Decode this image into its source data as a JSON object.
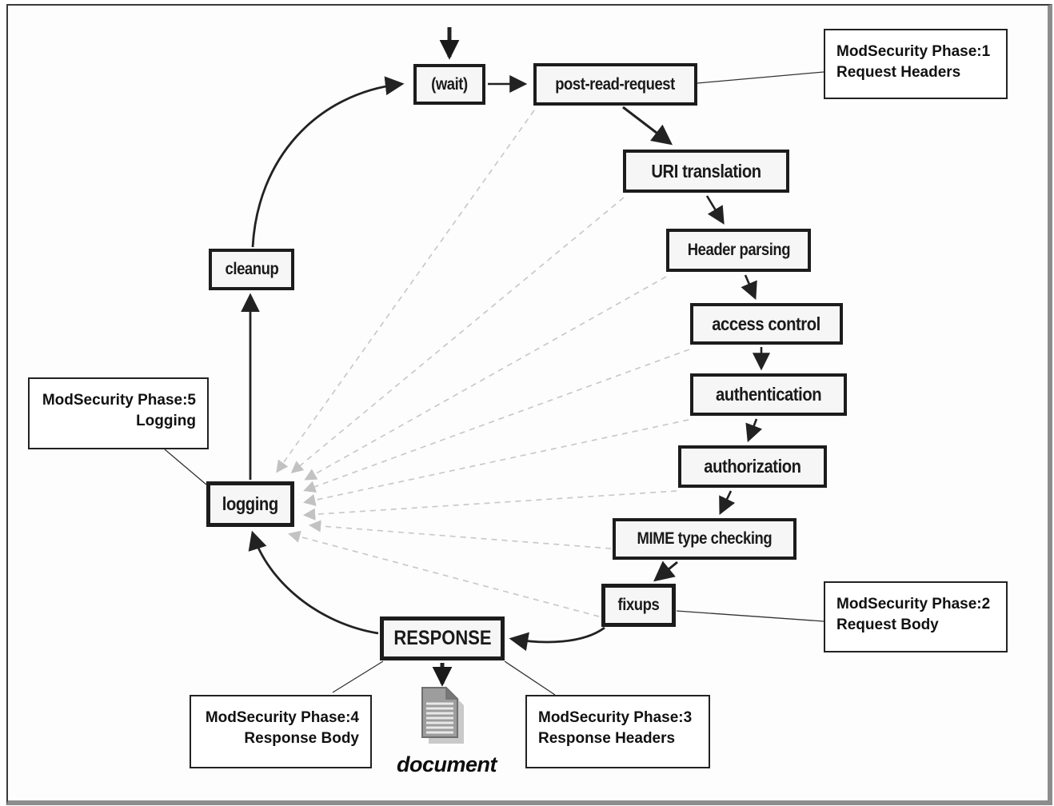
{
  "nodes": [
    {
      "id": "wait",
      "label": "(wait)"
    },
    {
      "id": "post-read-request",
      "label": "post-read-request"
    },
    {
      "id": "uri-translation",
      "label": "URI translation"
    },
    {
      "id": "header-parsing",
      "label": "Header parsing"
    },
    {
      "id": "access-control",
      "label": "access control"
    },
    {
      "id": "authentication",
      "label": "authentication"
    },
    {
      "id": "authorization",
      "label": "authorization"
    },
    {
      "id": "mime-type-checking",
      "label": "MIME type checking"
    },
    {
      "id": "fixups",
      "label": "fixups"
    },
    {
      "id": "response",
      "label": "RESPONSE"
    },
    {
      "id": "logging",
      "label": "logging"
    },
    {
      "id": "cleanup",
      "label": "cleanup"
    }
  ],
  "annotations": [
    {
      "id": "modsecurity-phase-1",
      "line1": "ModSecurity Phase:1",
      "line2": "Request Headers",
      "attached_to": "post-read-request"
    },
    {
      "id": "modsecurity-phase-2",
      "line1": "ModSecurity Phase:2",
      "line2": "Request Body",
      "attached_to": "fixups"
    },
    {
      "id": "modsecurity-phase-3",
      "line1": "ModSecurity Phase:3",
      "line2": "Response Headers",
      "attached_to": "response"
    },
    {
      "id": "modsecurity-phase-4",
      "line1": "ModSecurity Phase:4",
      "line2": "Response Body",
      "attached_to": "response"
    },
    {
      "id": "modsecurity-phase-5",
      "line1": "ModSecurity Phase:5",
      "line2": "Logging",
      "attached_to": "logging"
    }
  ],
  "document": {
    "label": "document"
  },
  "edges": {
    "solid_flow": [
      {
        "from": "start",
        "to": "wait"
      },
      {
        "from": "wait",
        "to": "post-read-request"
      },
      {
        "from": "post-read-request",
        "to": "uri-translation"
      },
      {
        "from": "uri-translation",
        "to": "header-parsing"
      },
      {
        "from": "header-parsing",
        "to": "access-control"
      },
      {
        "from": "access-control",
        "to": "authentication"
      },
      {
        "from": "authentication",
        "to": "authorization"
      },
      {
        "from": "authorization",
        "to": "mime-type-checking"
      },
      {
        "from": "mime-type-checking",
        "to": "fixups"
      },
      {
        "from": "fixups",
        "to": "response"
      },
      {
        "from": "response",
        "to": "document"
      },
      {
        "from": "response",
        "to": "logging"
      },
      {
        "from": "logging",
        "to": "cleanup"
      },
      {
        "from": "cleanup",
        "to": "wait"
      }
    ],
    "dashed_to_logging": [
      "post-read-request",
      "uri-translation",
      "header-parsing",
      "access-control",
      "authentication",
      "authorization",
      "mime-type-checking",
      "fixups"
    ]
  },
  "colors": {
    "node_border": "#1c1c1c",
    "node_fill": "#f6f6f6",
    "callout_border": "#222222",
    "callout_fill": "#ffffff",
    "solid_arrow": "#222222",
    "dashed_arrow": "#c7c7c7",
    "frame_dark": "#3a3a3a",
    "frame_gray": "#8d8d8d",
    "doc_page": "#9d9d9d",
    "doc_shadow": "#c9c9c9"
  }
}
